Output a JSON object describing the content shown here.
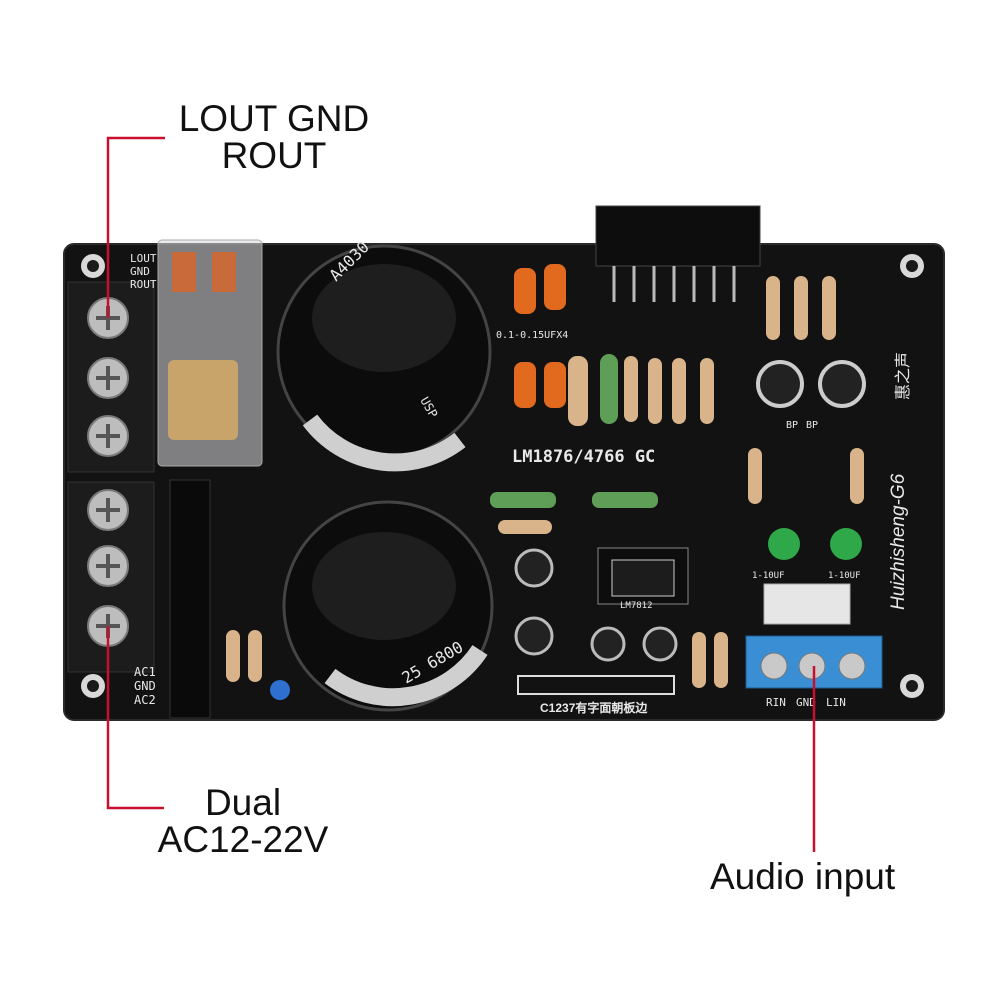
{
  "callouts": {
    "output": {
      "line1": "LOUT GND",
      "line2": "ROUT"
    },
    "power": {
      "line1": "Dual",
      "line2": "AC12-22V"
    },
    "input": {
      "label": "Audio input"
    }
  },
  "board": {
    "chip_label": "LM1876/4766 GC",
    "brand": "Huizhisheng-G6",
    "brand_cn": "惠之声",
    "cap_top_label": "A4030",
    "cap_top_text": "USP",
    "cap_bottom_label": "25 6800",
    "film_cap_label": "0.1-0.15UFX4",
    "regulator_label": "LM7812",
    "bottom_note": "C1237有字面朝板边",
    "out_labels": [
      "LOUT",
      "GND",
      "ROUT"
    ],
    "ac_labels": [
      "AC1",
      "GND",
      "AC2"
    ],
    "in_labels": [
      "RIN",
      "GND",
      "LIN"
    ],
    "cap_small_labels": [
      "1-10UF",
      "1-10UF"
    ],
    "bp_labels": [
      "BP",
      "BP"
    ]
  },
  "colors": {
    "pcb": "#141414",
    "callout_line": "#c8102e",
    "terminal_blue": "#3a8fd4",
    "cap_green": "#2fa84a"
  }
}
